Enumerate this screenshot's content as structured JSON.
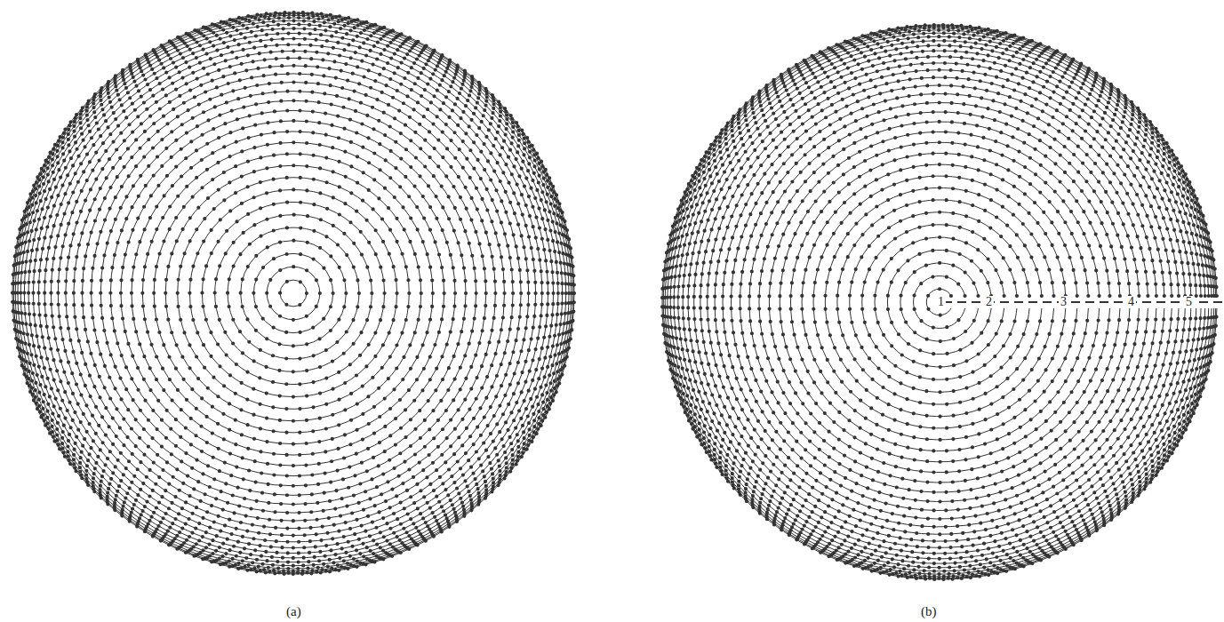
{
  "diagram": {
    "labels": [
      "(a)",
      "(b)",
      "1",
      "2",
      "3",
      "4",
      "5"
    ]
  }
}
